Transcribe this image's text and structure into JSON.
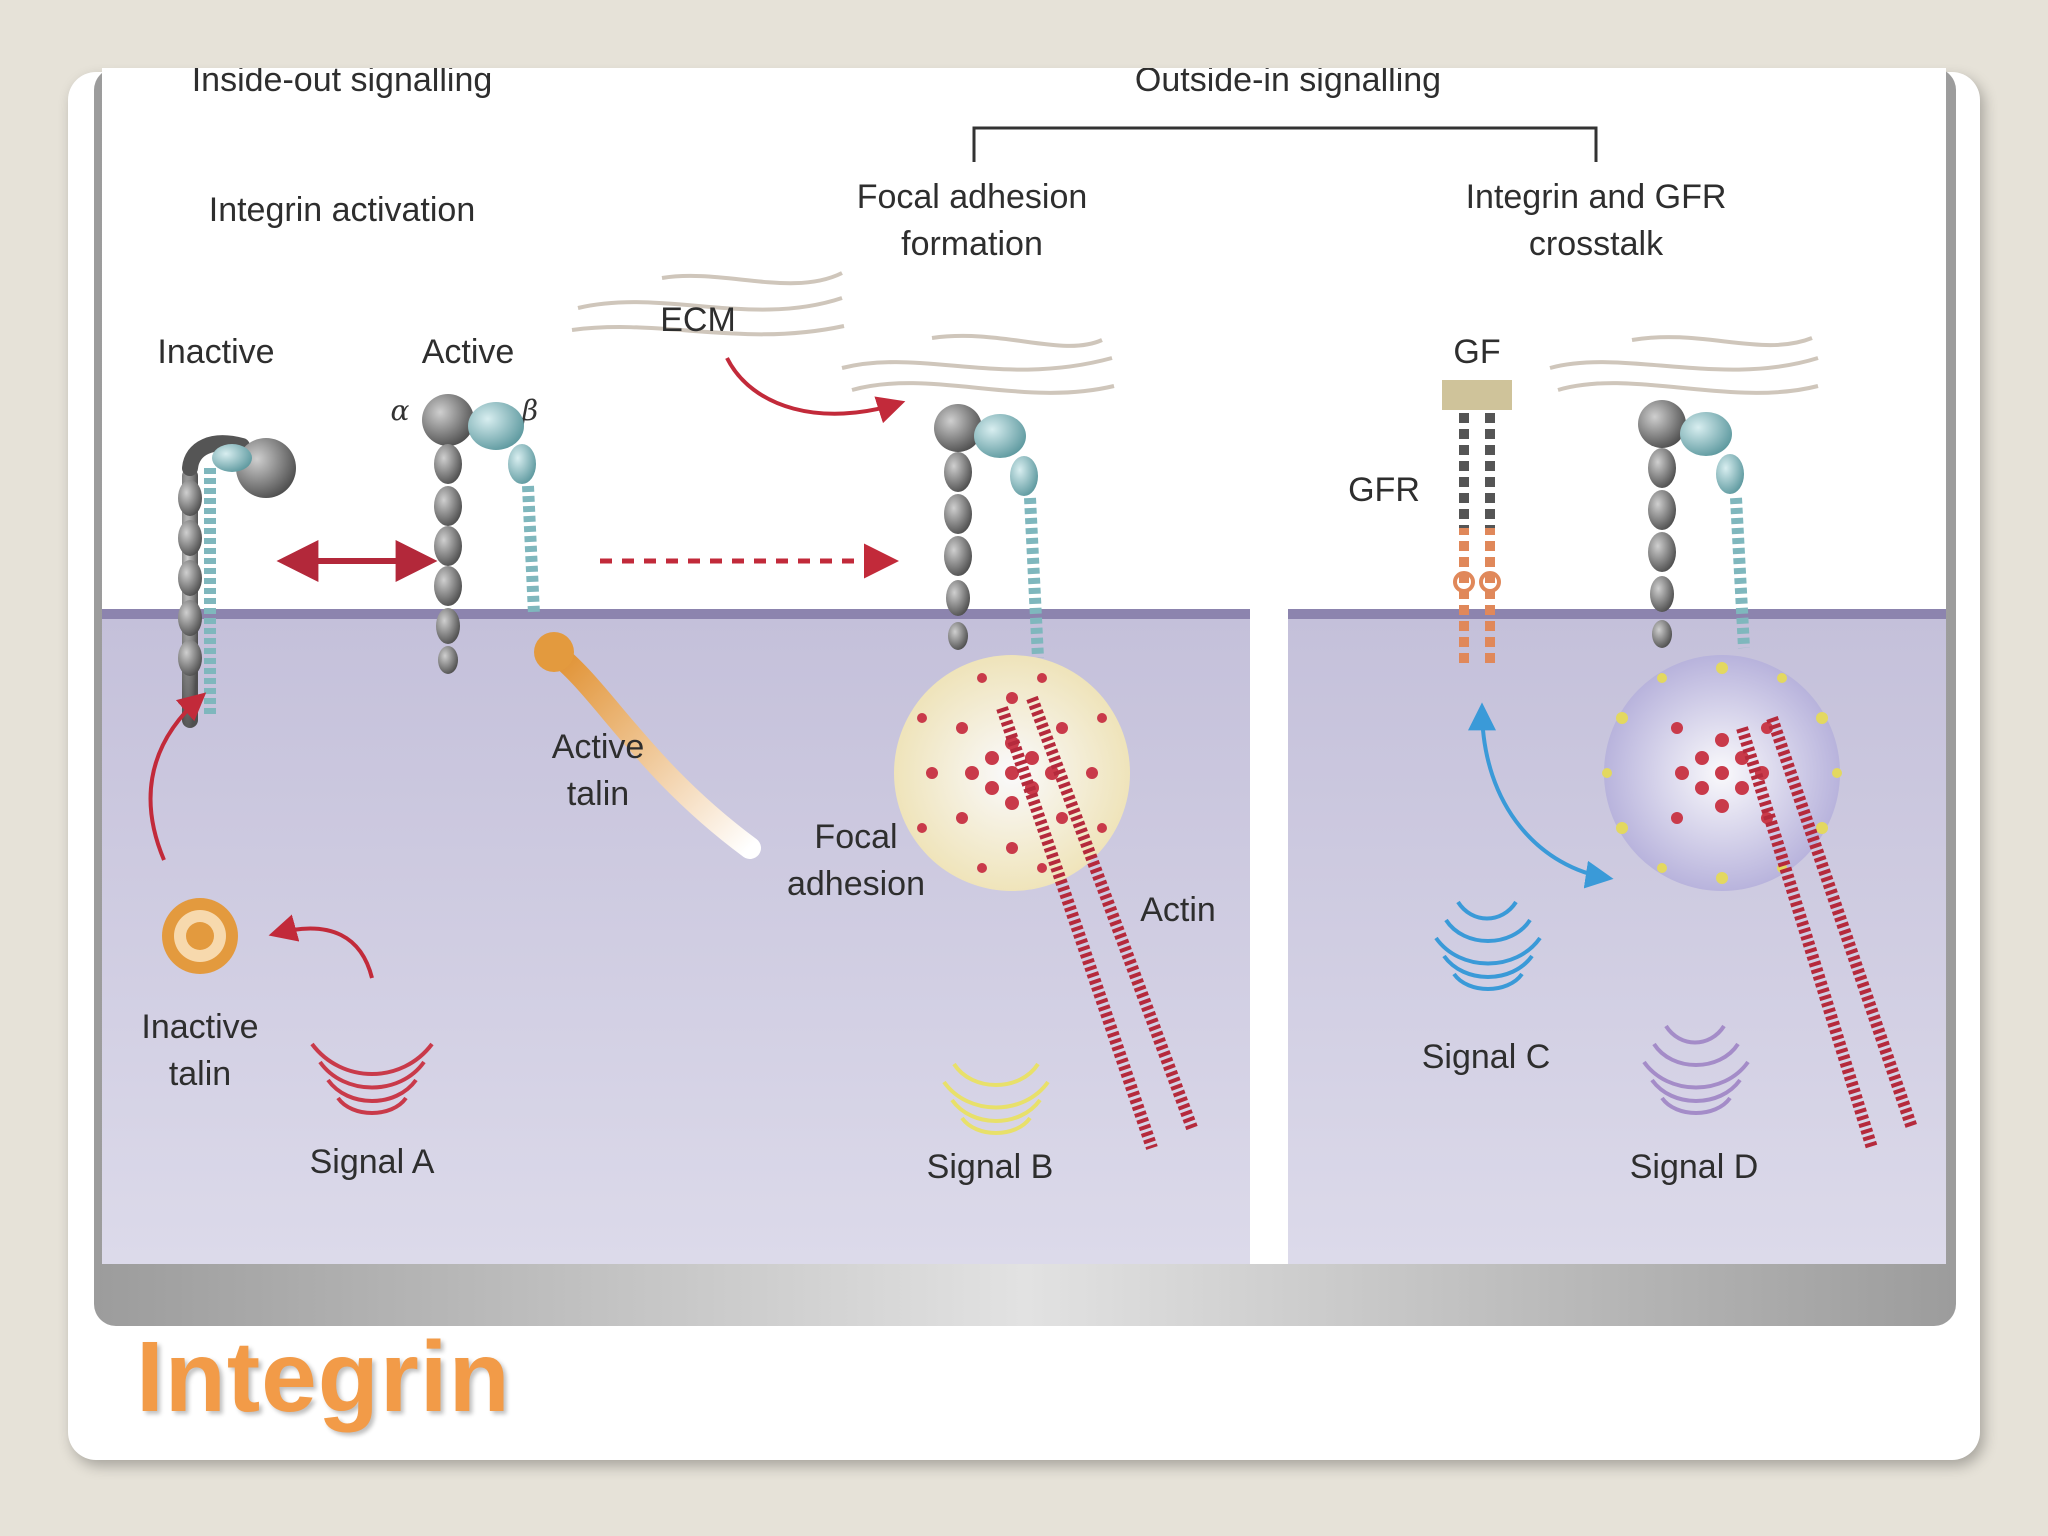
{
  "slide": {
    "title": "Integrin"
  },
  "figure": {
    "inside_out": "Inside-out signalling",
    "outside_in": "Outside-in signalling",
    "integrin_activation": "Integrin activation",
    "focal_formation_l1": "Focal adhesion",
    "focal_formation_l2": "formation",
    "crosstalk_l1": "Integrin and GFR",
    "crosstalk_l2": "crosstalk",
    "inactive": "Inactive",
    "active": "Active",
    "alpha": "α",
    "beta": "β",
    "ecm": "ECM",
    "gf": "GF",
    "gfr": "GFR",
    "active_talin_l1": "Active",
    "active_talin_l2": "talin",
    "inactive_talin_l1": "Inactive",
    "inactive_talin_l2": "talin",
    "focal_adhesion_l1": "Focal",
    "focal_adhesion_l2": "adhesion",
    "actin": "Actin",
    "signal_a": "Signal A",
    "signal_b": "Signal B",
    "signal_c": "Signal C",
    "signal_d": "Signal D"
  },
  "colors": {
    "title": "#f29b48",
    "arrow_red": "#c22a3a",
    "cytoplasm": "#cfcbe0",
    "membrane": "#8c84ae",
    "signal_c": "#3a9ad8",
    "signal_b": "#e8e06a",
    "signal_d": "#a48cc8",
    "talin": "#e39a3e"
  }
}
